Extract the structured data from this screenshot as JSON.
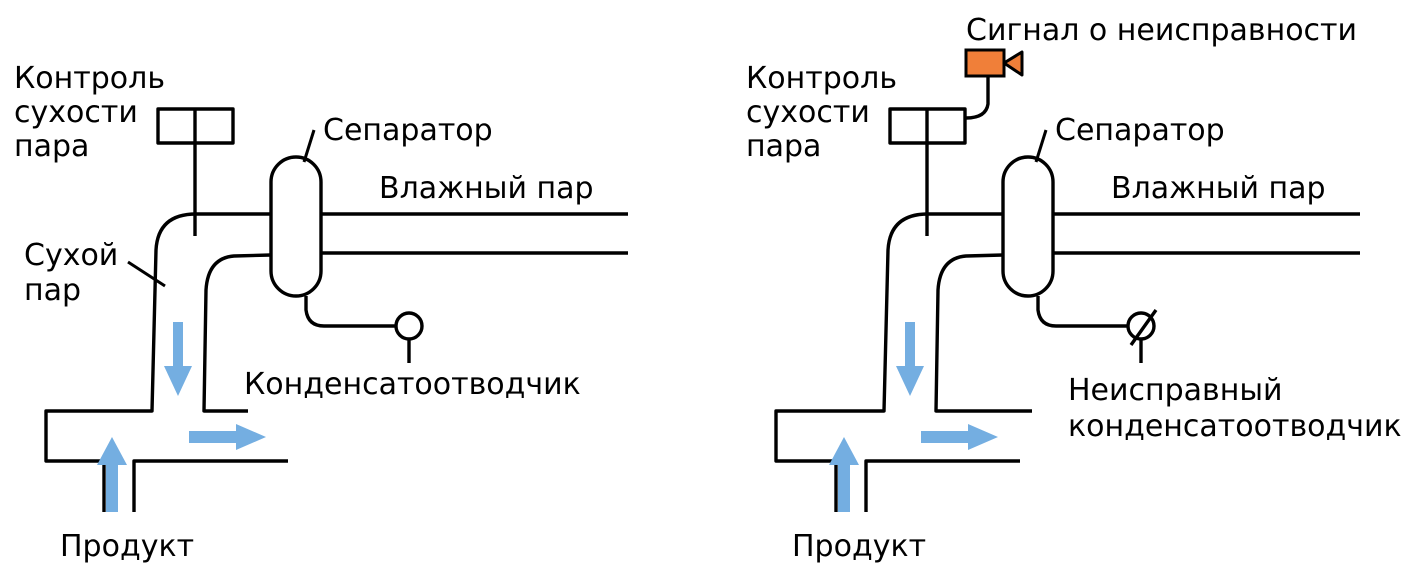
{
  "colors": {
    "line": "#000000",
    "flow_arrow": "#74aee1",
    "alarm": "#f07f39"
  },
  "left_panel": {
    "dryness_control": [
      "Контроль",
      "сухости",
      "пара"
    ],
    "separator": "Сепаратор",
    "wet_steam": "Влажный пар",
    "dry_steam": [
      "Сухой",
      "пар"
    ],
    "steam_trap": "Конденсатоотводчик",
    "product": "Продукт"
  },
  "right_panel": {
    "alarm_signal": "Сигнал о неисправности",
    "alarm_icon": "siren-icon",
    "dryness_control": [
      "Контроль",
      "сухости",
      "пара"
    ],
    "separator": "Сепаратор",
    "wet_steam": "Влажный пар",
    "faulty_steam_trap": [
      "Неисправный",
      "конденсатоотводчик"
    ],
    "product": "Продукт"
  }
}
